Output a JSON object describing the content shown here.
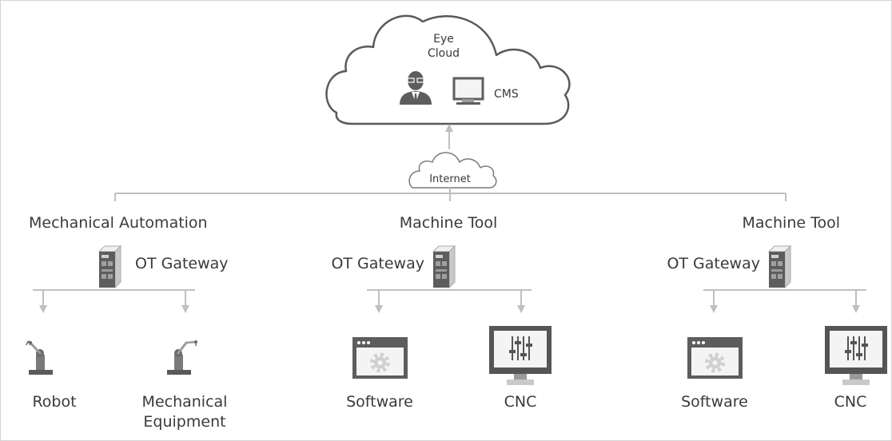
{
  "cloud": {
    "title_line1": "Eye",
    "title_line2": "Cloud",
    "cms_label": "CMS"
  },
  "internet": {
    "label": "Internet"
  },
  "groups": [
    {
      "title": "Mechanical Automation",
      "gateway_label": "OT Gateway",
      "devices": [
        {
          "icon": "robot-arm-icon",
          "label_lines": [
            "Robot"
          ]
        },
        {
          "icon": "robot-arm-icon",
          "label_lines": [
            "Mechanical",
            "Equipment"
          ]
        }
      ]
    },
    {
      "title": "Machine Tool",
      "gateway_label": "OT Gateway",
      "devices": [
        {
          "icon": "software-window-icon",
          "label_lines": [
            "Software"
          ]
        },
        {
          "icon": "cnc-monitor-icon",
          "label_lines": [
            "CNC"
          ]
        }
      ]
    },
    {
      "title": "Machine Tool",
      "gateway_label": "OT Gateway",
      "devices": [
        {
          "icon": "software-window-icon",
          "label_lines": [
            "Software"
          ]
        },
        {
          "icon": "cnc-monitor-icon",
          "label_lines": [
            "CNC"
          ]
        }
      ]
    }
  ],
  "colors": {
    "line": "#bfbfbf",
    "icon_dark": "#5a5a5a",
    "icon_light": "#d9d9d9",
    "text": "#3a3a3a"
  }
}
